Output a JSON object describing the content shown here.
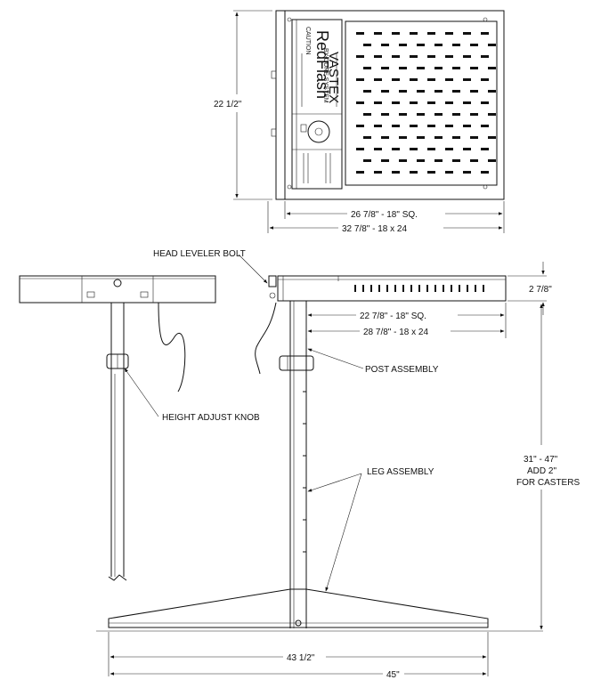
{
  "top_view": {
    "height_dim": "22 1/2\"",
    "width_dim_1": "26 7/8\" - 18\" SQ.",
    "width_dim_2": "32 7/8\" - 18 x 24",
    "panel": {
      "brand": "RedFlash",
      "subbrand": "BY-CURE SYSTEM",
      "company": "VASTEX",
      "caution": "CAUTION"
    }
  },
  "side_view": {
    "head_leveler_bolt": "HEAD LEVELER BOLT",
    "head_height_dim": "2 7/8\"",
    "post_dim_1": "22 7/8\" - 18\" SQ.",
    "post_dim_2": "28 7/8\" - 18 x 24",
    "post_assembly": "POST ASSEMBLY",
    "height_adjust_knob": "HEIGHT ADJUST KNOB",
    "leg_assembly": "LEG ASSEMBLY",
    "height_range_1": "31\" - 47\"",
    "height_range_2": "ADD 2\"",
    "height_range_3": "FOR CASTERS",
    "base_dim_1": "43 1/2\"",
    "base_dim_2": "45\""
  }
}
